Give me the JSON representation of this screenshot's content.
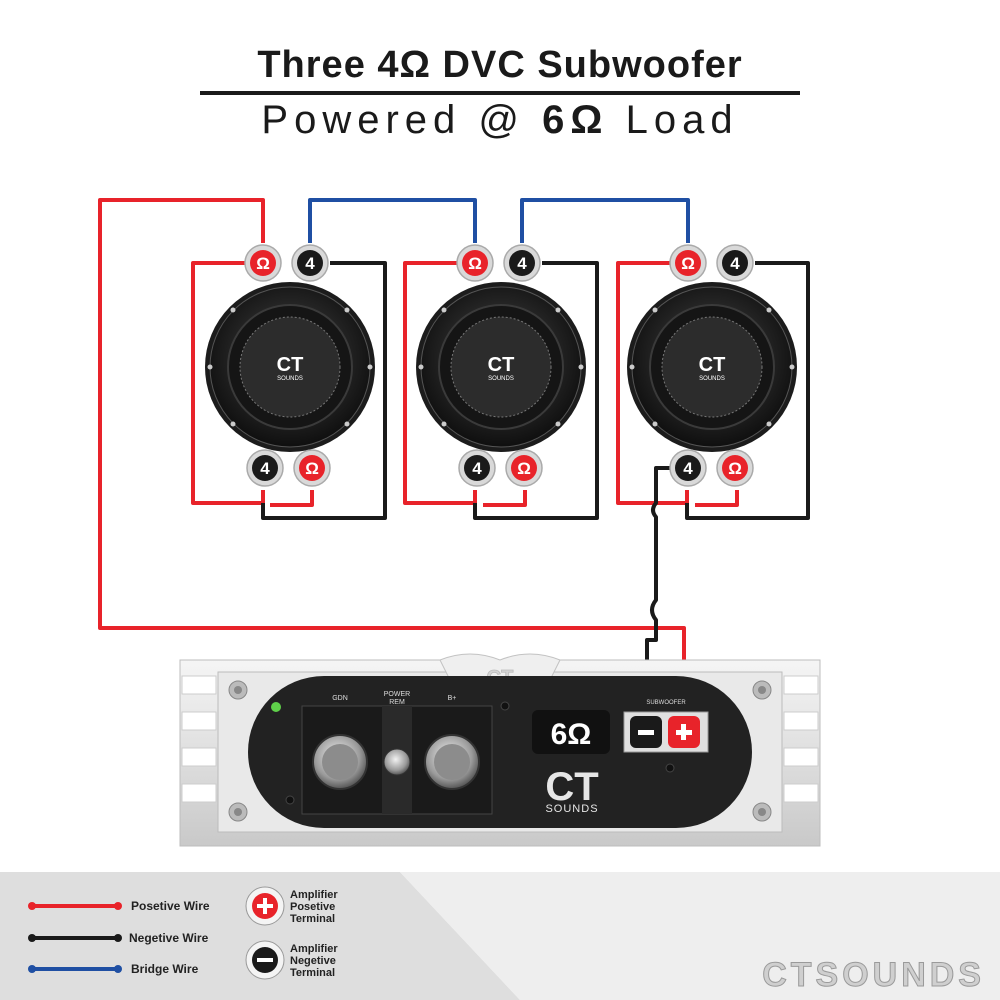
{
  "title": {
    "line1": "Three 4Ω DVC Subwoofer",
    "line2_prefix": "Powered @",
    "line2_value": "6Ω",
    "line2_suffix": "Load"
  },
  "speaker": {
    "logo": "CT",
    "logo_sub": "SOUNDS",
    "terminal_pos_symbol": "Ω",
    "terminal_neg_symbol": "4"
  },
  "amplifier": {
    "label_gdn": "GDN",
    "label_power": "POWER",
    "label_rem": "REM",
    "label_bplus": "B+",
    "load_badge": "6Ω",
    "label_subwoofer": "SUBWOOFER",
    "logo": "CT",
    "logo_sub": "SOUNDS",
    "top_logo": "CT"
  },
  "legend": {
    "positive_wire": "Posetive Wire",
    "negative_wire": "Negetive Wire",
    "bridge_wire": "Bridge Wire",
    "amp_pos_line1": "Amplifier",
    "amp_pos_line2": "Posetive",
    "amp_pos_line3": "Terminal",
    "amp_neg_line1": "Amplifier",
    "amp_neg_line2": "Negetive",
    "amp_neg_line3": "Terminal"
  },
  "brand": {
    "name": "CTSOUNDS"
  },
  "colors": {
    "positive": "#e8232a",
    "negative": "#1a1a1a",
    "bridge": "#1f4fa3",
    "speaker_body": "#2a2a2a",
    "amp_body": "#222222"
  },
  "icons": {
    "positive_terminal": "plus-icon",
    "negative_terminal": "minus-icon"
  }
}
